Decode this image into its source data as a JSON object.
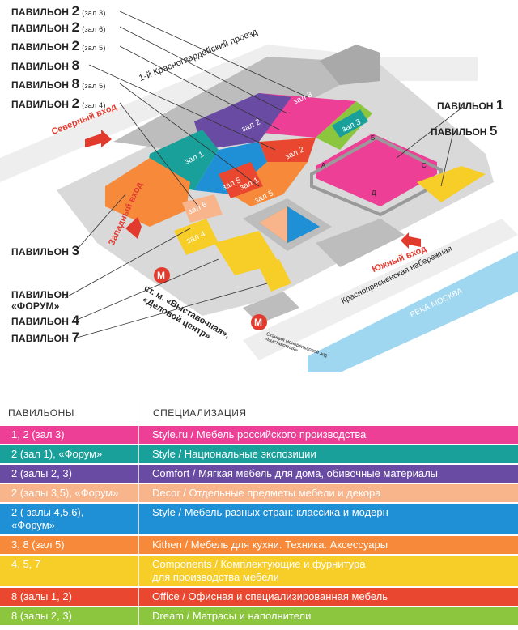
{
  "map": {
    "labels": {
      "street_north": "1-й Красногвардейский проезд",
      "north_entrance": "Северный вход",
      "west_entrance": "Западный вход",
      "south_entrance": "Южный вход",
      "embankment": "Краснопресненская набережная",
      "river": "РЕКА МОСКВА",
      "metro_station": "ст. м. «Выставочная»,",
      "metro_station2": "«Деловой центр»",
      "metro_small": "Станция монорельсовой ж/д «Выставочная»",
      "hall3_p2": "зал 3",
      "hall3_p8": "зал 3",
      "hall2_p2": "зал 2",
      "hall2_p8": "зал 2",
      "hall1_p2": "зал 1",
      "hall1_p8": "зал 1",
      "hall6": "зал 6",
      "hall5": "зал 5",
      "hall5b": "зал 5",
      "hall4": "зал 4",
      "metro_letter": "M",
      "gate_a": "А",
      "gate_b": "Б",
      "gate_c": "С",
      "gate_d": "Д"
    },
    "callouts_left": [
      {
        "prefix": "ПАВИЛЬОН",
        "num": "2",
        "hall": "(зал 3)"
      },
      {
        "prefix": "ПАВИЛЬОН",
        "num": "2",
        "hall": "(зал 6)"
      },
      {
        "prefix": "ПАВИЛЬОН",
        "num": "2",
        "hall": "(зал 5)"
      },
      {
        "prefix": "ПАВИЛЬОН",
        "num": "8",
        "hall": ""
      },
      {
        "prefix": "ПАВИЛЬОН",
        "num": "8",
        "hall": "(зал 5)"
      },
      {
        "prefix": "ПАВИЛЬОН",
        "num": "2",
        "hall": "(зал 4)"
      },
      {
        "prefix": "ПАВИЛЬОН",
        "num": "3",
        "hall": ""
      },
      {
        "prefix": "ПАВИЛЬОН",
        "num": "",
        "hall": ""
      },
      {
        "prefix": "«ФОРУМ»",
        "num": "",
        "hall": ""
      },
      {
        "prefix": "ПАВИЛЬОН",
        "num": "4",
        "hall": ""
      },
      {
        "prefix": "ПАВИЛЬОН",
        "num": "7",
        "hall": ""
      }
    ],
    "callouts_right": [
      {
        "prefix": "ПАВИЛЬОН",
        "num": "1"
      },
      {
        "prefix": "ПАВИЛЬОН",
        "num": "5"
      }
    ]
  },
  "legend": {
    "header": {
      "col1": "ПАВИЛЬОНЫ",
      "col2": "СПЕЦИАЛИЗАЦИЯ"
    },
    "rows": [
      {
        "pavilions": "1, 2 (зал 3)",
        "spec": "Style.ru / Мебель российского производства",
        "color": "#ee3f96"
      },
      {
        "pavilions": "2 (зал 1), «Форум»",
        "spec": "Style / Национальные экспозиции",
        "color": "#1aa09a"
      },
      {
        "pavilions": "2 (залы 2, 3)",
        "spec": "Comfort / Мягкая мебель для дома, обивочные материалы",
        "color": "#6a4ba3"
      },
      {
        "pavilions": "2 (залы 3,5), «Форум»",
        "spec": "Decor / Отдельные предметы мебели и декора",
        "color": "#f8b48a"
      },
      {
        "pavilions": "2 ( залы 4,5,6),\n«Форум»",
        "spec": "Style / Мебель разных стран: классика и модерн",
        "color": "#1f8fd6"
      },
      {
        "pavilions": "3, 8 (зал 5)",
        "spec": "Kithen / Мебель для кухни. Техника. Аксессуары",
        "color": "#f68a3a"
      },
      {
        "pavilions": "4, 5, 7",
        "spec": "Components / Комплектующие и фурнитура\nдля производства мебели",
        "color": "#f7cd28"
      },
      {
        "pavilions": "8 (залы 1, 2)",
        "spec": "Office / Офисная и специализированная мебель",
        "color": "#e9472f"
      },
      {
        "pavilions": "8 (залы 2, 3)",
        "spec": "Dream / Матрасы и наполнители",
        "color": "#8cc63f"
      }
    ]
  },
  "colors": {
    "ground": "#d9d9d9",
    "building": "#bdbdbd",
    "road": "#eeeeee",
    "river": "#9fd6f0",
    "metro_red": "#e23b2e"
  }
}
